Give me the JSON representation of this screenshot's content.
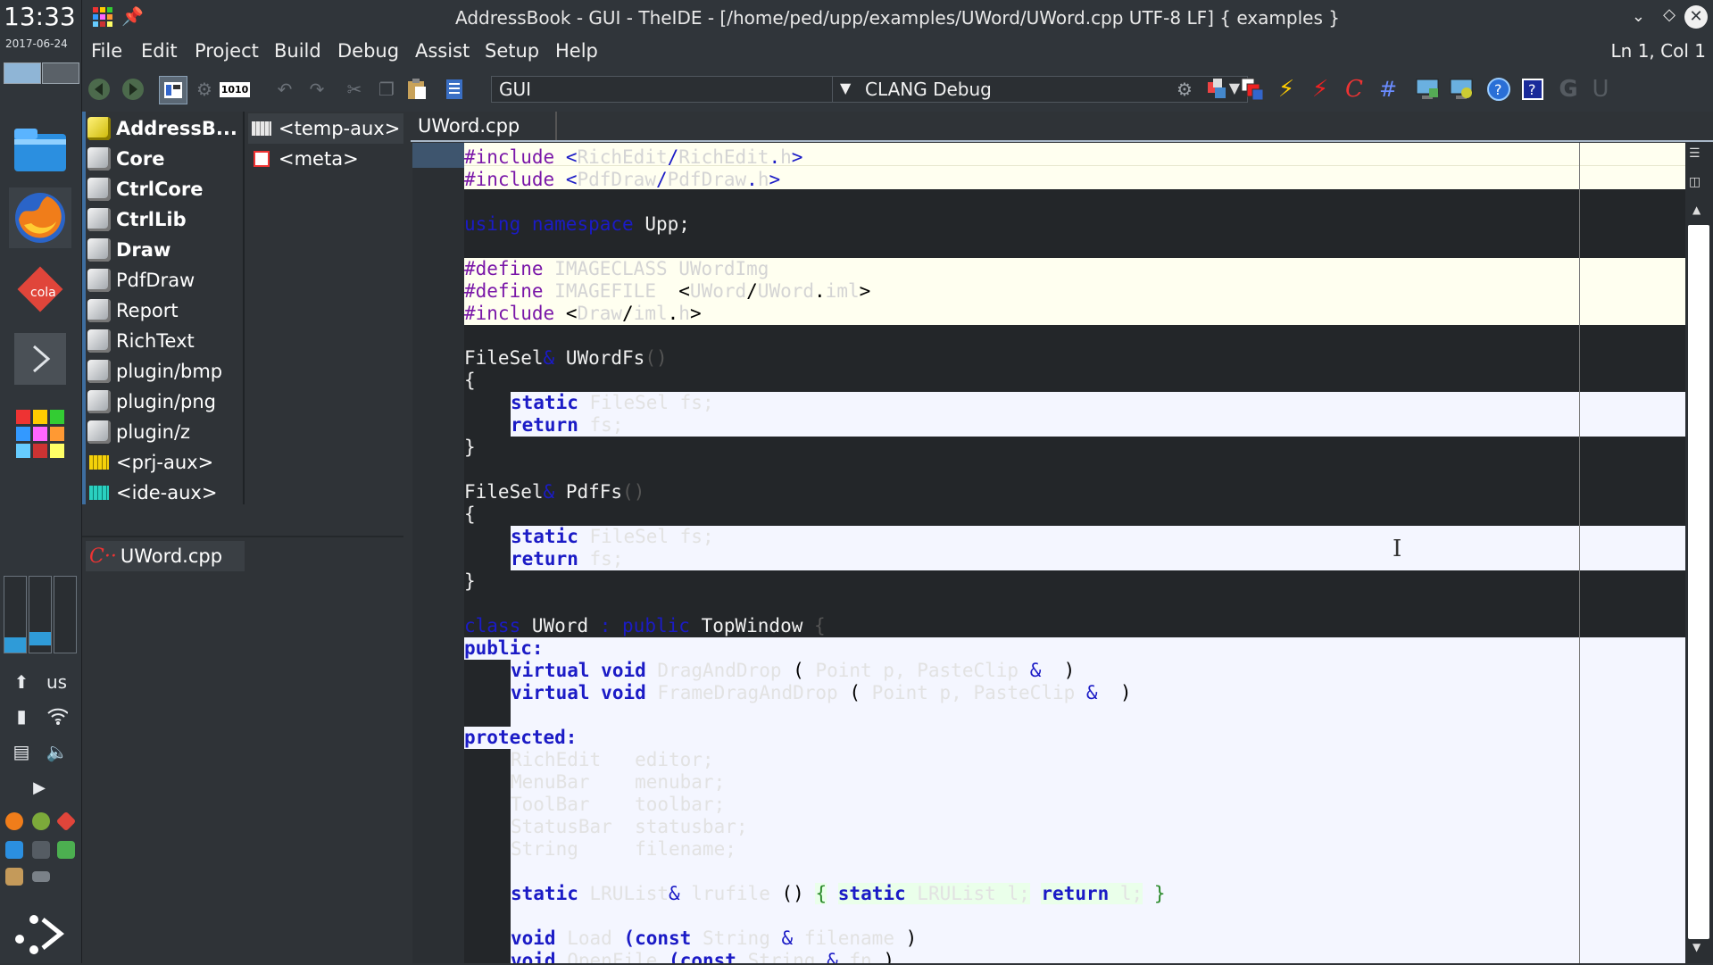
{
  "dock": {
    "clock": "13:33",
    "date": "2017-06-24",
    "keyboard_layout": "us",
    "meters": [
      0.2,
      0.2
    ]
  },
  "window": {
    "title": "AddressBook - GUI - TheIDE - [/home/ped/upp/examples/UWord/UWord.cpp UTF-8 LF] { examples }"
  },
  "menu": {
    "items": [
      "File",
      "Edit",
      "Project",
      "Build",
      "Debug",
      "Assist",
      "Setup",
      "Help"
    ],
    "status": "Ln 1, Col 1"
  },
  "toolbar": {
    "main_config": "GUI",
    "build_method": "CLANG Debug",
    "binary_label": "1010"
  },
  "packages": {
    "items": [
      "AddressB...",
      "Core",
      "CtrlCore",
      "CtrlLib",
      "Draw",
      "PdfDraw",
      "Report",
      "RichText",
      "plugin/bmp",
      "plugin/png",
      "plugin/z",
      "<prj-aux>",
      "<ide-aux>"
    ]
  },
  "sections": {
    "items": [
      "<temp-aux>",
      "<meta>"
    ]
  },
  "files": {
    "current": "UWord.cpp"
  },
  "editor": {
    "tab": "UWord.cpp",
    "code": {
      "inc1_kw": "#include",
      "inc1_lt": "<",
      "inc1_a": "RichEdit",
      "inc1_s": "/",
      "inc1_b": "RichEdit",
      "inc1_dot": ".",
      "inc1_c": "h",
      "inc1_gt": ">",
      "inc2_kw": "#include",
      "inc2_lt": "<",
      "inc2_a": "PdfDraw",
      "inc2_s": "/",
      "inc2_b": "PdfDraw",
      "inc2_dot": ".",
      "inc2_c": "h",
      "inc2_gt": ">",
      "using": "using",
      "namespace": "namespace",
      "upp": "Upp;",
      "def1_kw": "#define",
      "def1_rest": "IMAGECLASS UWordImg",
      "def2_kw": "#define",
      "def2_a": "IMAGEFILE",
      "def2_lt": "<",
      "def2_b": "UWord",
      "def2_s": "/",
      "def2_c": "UWord",
      "def2_dot": ".",
      "def2_d": "iml",
      "def2_gt": ">",
      "inc3_kw": "#include",
      "inc3_lt": "<",
      "inc3_a": "Draw",
      "inc3_s": "/",
      "inc3_b": "iml",
      "inc3_dot": ".",
      "inc3_c": "h",
      "inc3_gt": ">",
      "f1_type": "FileSel",
      "f1_amp": "&",
      "f1_name": "UWordFs",
      "f1_par": "()",
      "brace_open": "{",
      "brace_close": "}",
      "static": "static",
      "f1_static_rest": "FileSel fs;",
      "return": "return",
      "f1_return_rest": "fs;",
      "f2_type": "FileSel",
      "f2_amp": "&",
      "f2_name": "PdfFs",
      "f2_par": "()",
      "f2_static_rest": "FileSel fs;",
      "f2_return_rest": "fs;",
      "class": "class",
      "class_name": "UWord",
      "colon_public": ": public",
      "topwindow": "TopWindow",
      "class_brace": "{",
      "public": "public:",
      "virtual": "virtual",
      "void": "void",
      "v1_name": "DragAndDrop",
      "v1_open": "(",
      "v1_args": "Point p, PasteClip",
      "v1_amp": "&",
      "v1_close": ")",
      "v2_name": "FrameDragAndDrop",
      "v2_open": "(",
      "v2_args": "Point p, PasteClip",
      "v2_amp": "&",
      "v2_close": ")",
      "protected": "protected:",
      "p1": "RichEdit   editor;",
      "p2": "MenuBar    menubar;",
      "p3": "ToolBar    toolbar;",
      "p4": "StatusBar  statusbar;",
      "p5": "String     filename;",
      "s_static": "static",
      "s_type": "LRUList",
      "s_amp": "&",
      "s_name": "lrufile",
      "s_par": "()",
      "s_lb": "{",
      "s_static2": "static",
      "s_lrulist": "LRUList l;",
      "s_return": "return",
      "s_l": "l;",
      "s_rb": "}",
      "void1": "void",
      "void1_name": "Load",
      "void1_open": "(const",
      "void1_type": "String",
      "void1_amp": "&",
      "void1_arg": "filename",
      "void1_close": ")",
      "void2": "void",
      "void2_name": "OpenFile",
      "void2_open": "(const",
      "void2_type": "String",
      "void2_amp": "&",
      "void2_arg": "fn",
      "void2_close": ")"
    }
  }
}
